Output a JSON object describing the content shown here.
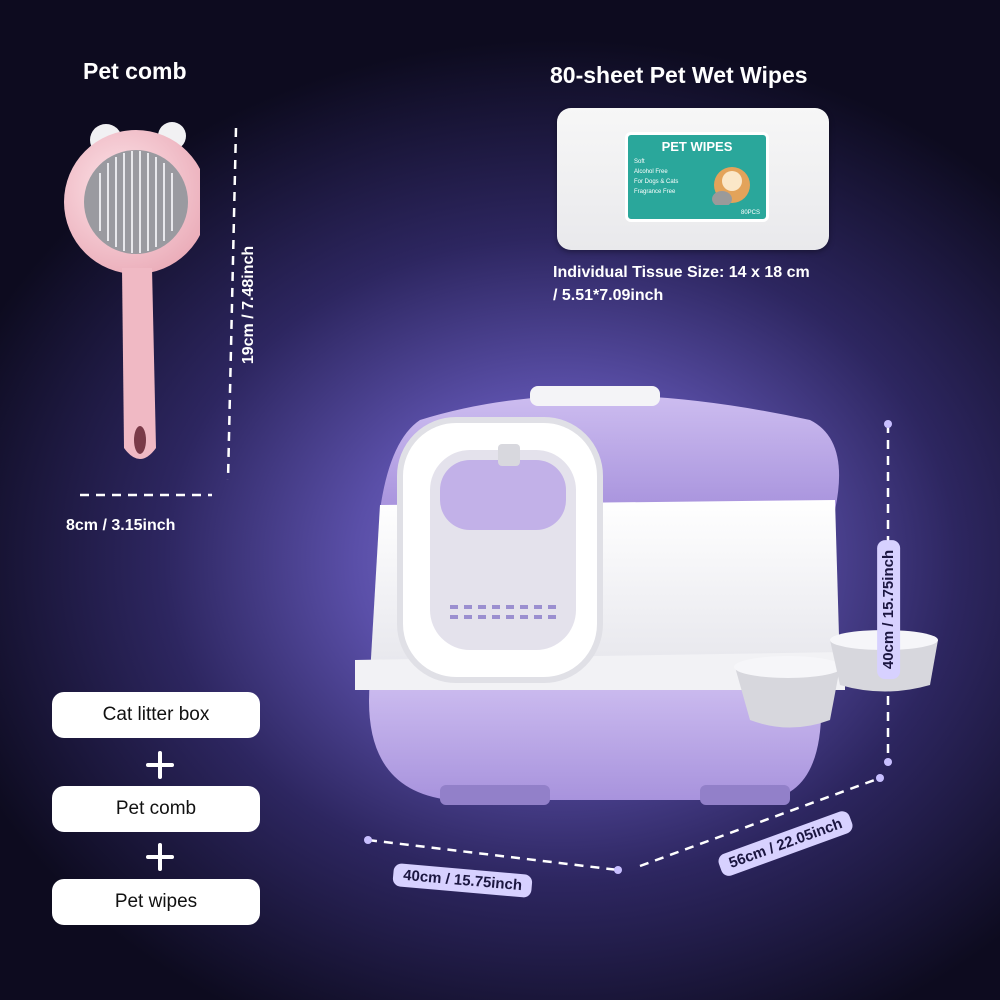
{
  "comb": {
    "title": "Pet comb",
    "height_dim": "19cm / 7.48inch",
    "width_dim": "8cm / 3.15inch"
  },
  "wipes": {
    "title": "80-sheet Pet Wet Wipes",
    "pack_label": "PET WIPES",
    "bullets": [
      "Soft",
      "Alcohol Free",
      "For Dogs & Cats",
      "Fragrance Free"
    ],
    "count": "80PCS",
    "size_line1": "Individual Tissue Size: 14 x 18 cm",
    "size_line2": "/ 5.51*7.09inch"
  },
  "bundle": {
    "item1": "Cat litter box",
    "item2": "Pet comb",
    "item3": "Pet wipes"
  },
  "litter_box": {
    "height_dim": "40cm / 15.75inch",
    "width_dim": "40cm / 15.75inch",
    "depth_dim": "56cm / 22.05inch"
  },
  "colors": {
    "box_purple": "#c8b6ea",
    "comb_pink": "#f3c6cf",
    "wipes_teal": "#2aa79b"
  }
}
